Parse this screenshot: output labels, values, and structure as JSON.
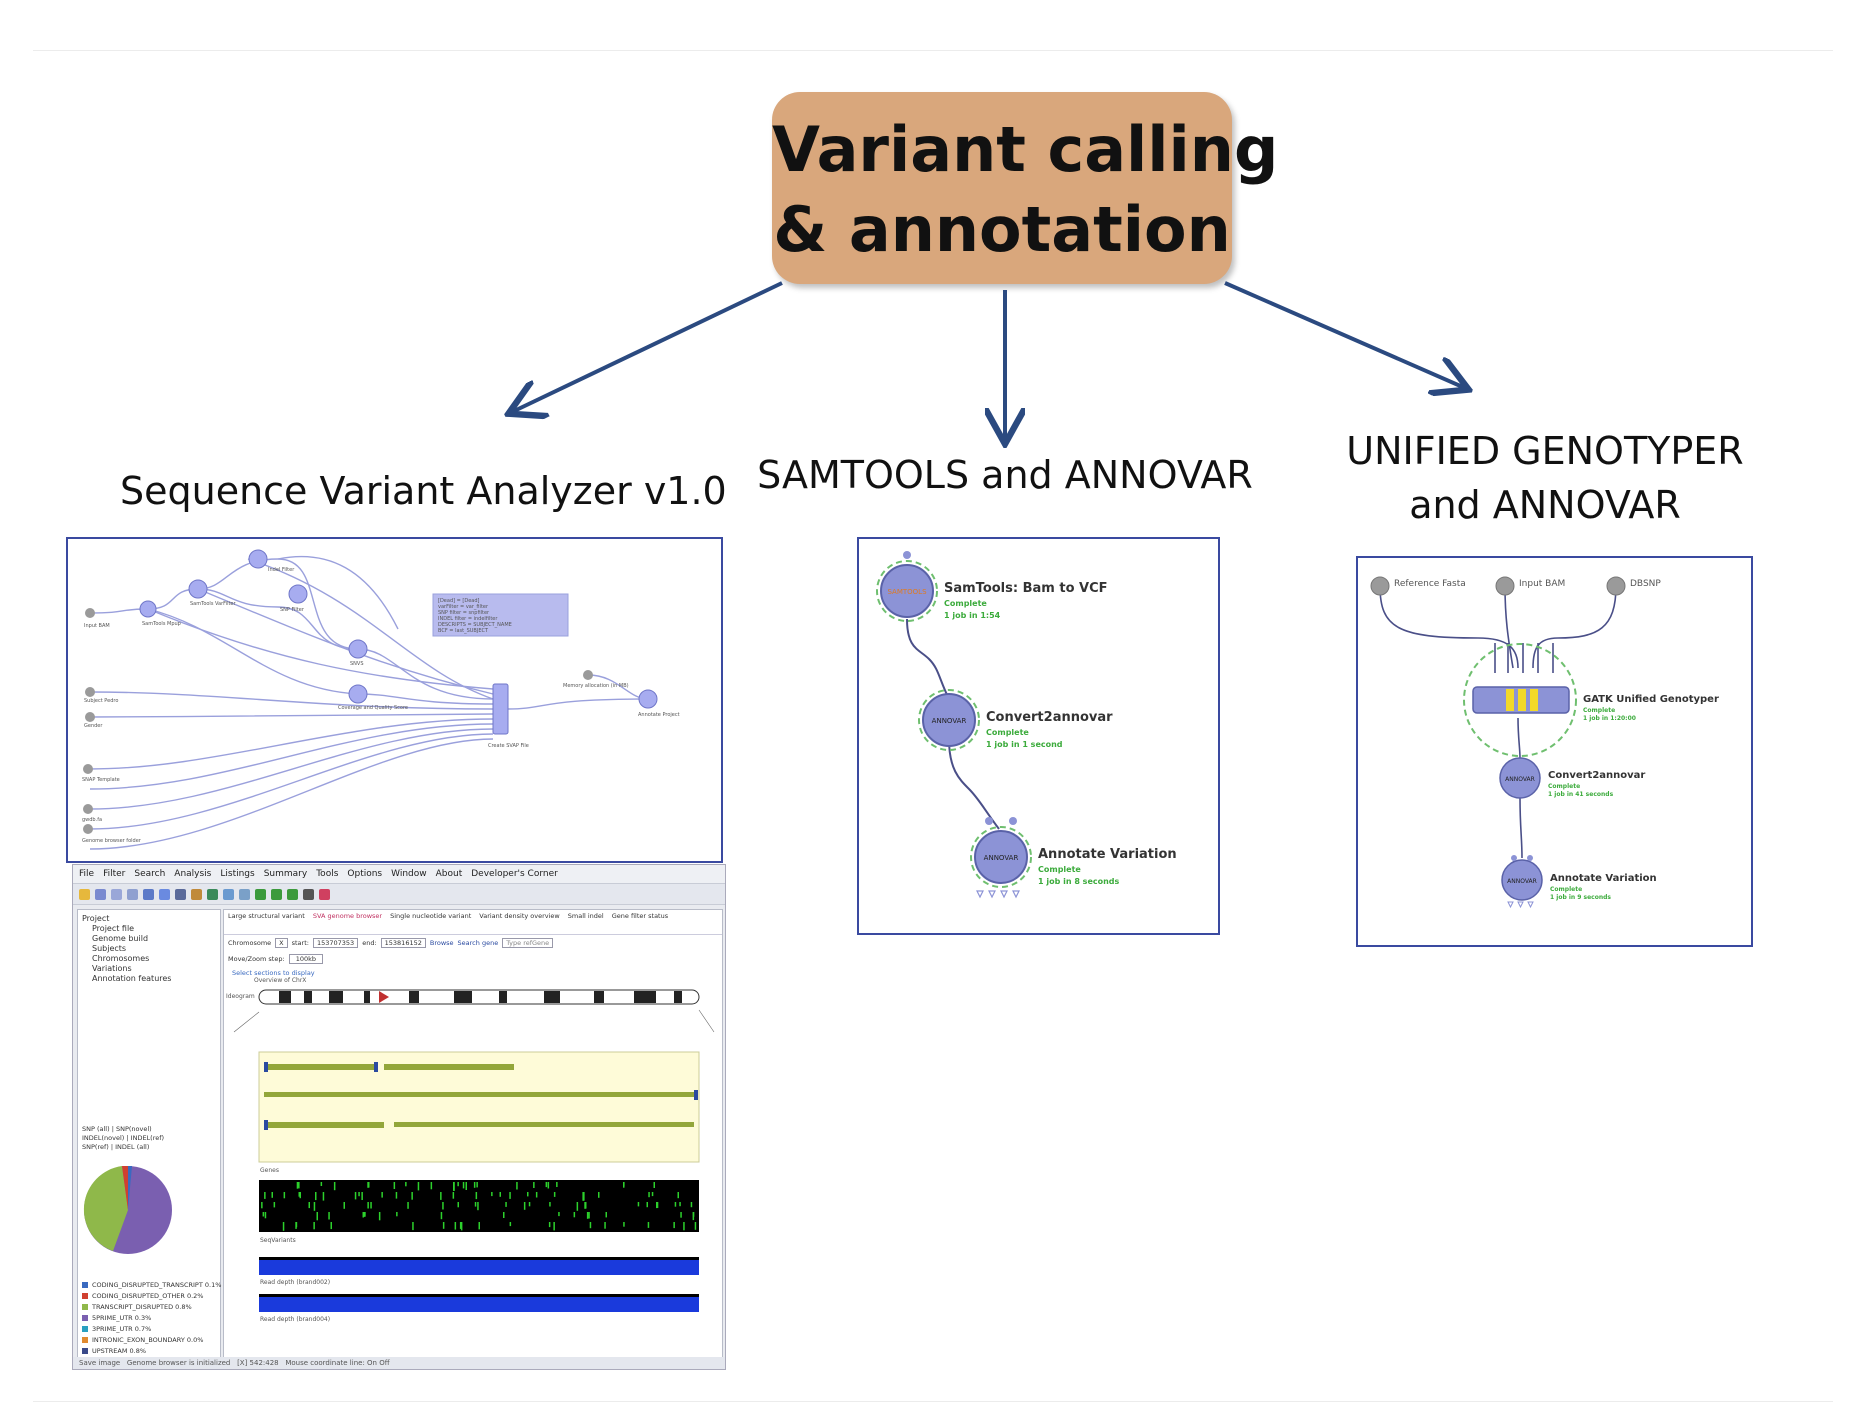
{
  "title": {
    "line1": "Variant calling",
    "line2": "& annotation"
  },
  "columns": {
    "left": "Sequence  Variant Analyzer v1.0",
    "middle": "SAMTOOLS and ANNOVAR",
    "right_line1": "UNIFIED GENOTYPER",
    "right_line2": "and ANNOVAR"
  },
  "middle_panel": {
    "nodes": [
      {
        "label": "SamTools: Bam to VCF",
        "status": "Complete",
        "detail": "1 job in 1:54",
        "icon": "SAMTOOLS"
      },
      {
        "label": "Convert2annovar",
        "status": "Complete",
        "detail": "1 job in 1 second",
        "icon": "ANNOVAR"
      },
      {
        "label": "Annotate Variation",
        "status": "Complete",
        "detail": "1 job in 8 seconds",
        "icon": "ANNOVAR"
      }
    ]
  },
  "right_panel": {
    "inputs": [
      "Reference Fasta",
      "Input BAM",
      "DBSNP"
    ],
    "nodes": [
      {
        "label": "GATK Unified Genotyper",
        "status": "Complete",
        "detail": "1 job in 1:20:00"
      },
      {
        "label": "Convert2annovar",
        "status": "Complete",
        "detail": "1 job in 41 seconds",
        "icon": "ANNOVAR"
      },
      {
        "label": "Annotate Variation",
        "status": "Complete",
        "detail": "1 job in 9 seconds",
        "icon": "ANNOVAR"
      }
    ]
  },
  "left_panel": {
    "pipeline_nodes": [
      "Input BAM",
      "SamTools Mpup",
      "SamTools VarFilter",
      "Indel Filter",
      "SNP Filter",
      "SNVS",
      "Coverage and Quality Score",
      "Subject Pedro",
      "Gender",
      "SNAP Template",
      "gwdb.fa",
      "Genome browser folder",
      "Create SVAP File",
      "Memory allocation (in MB)",
      "Annotate Project"
    ],
    "info_box": [
      "[Dead]   =  [Dead]",
      "varFilter  =  var_filter",
      "SNP filter  =  snpfilter",
      "INDEL filter  =  indelfilter",
      "DESCRIPTS  =  SUBJECT_NAME",
      "BCF  =  last_SUBJECT"
    ],
    "app": {
      "menu": [
        "File",
        "Filter",
        "Search",
        "Analysis",
        "Listings",
        "Summary",
        "Tools",
        "Options",
        "Window",
        "About",
        "Developer's Corner"
      ],
      "tree": [
        "Project",
        "Project file",
        "Genome build",
        "Subjects",
        "Chromosomes",
        "Variations",
        "Annotation features"
      ],
      "tabs": [
        "Large structural variant",
        "SVA genome browser",
        "Single nucleotide variant",
        "Variant density overview",
        "Small indel",
        "Gene filter status"
      ],
      "chromosome_label": "Chromosome",
      "chromosome_value": "X",
      "start_label": "start:",
      "start_value": "153707353",
      "end_label": "end:",
      "end_value": "153816152",
      "browse_label": "Browse",
      "search_gene_label": "Search gene",
      "search_placeholder": "Type refGene",
      "zoom_label": "Move/Zoom step:",
      "zoom_value": "100kb",
      "select_sections": "Select sections to display",
      "overview": "Overview of ChrX",
      "ideogram": "Ideogram",
      "track_genes": "Genes",
      "track_snv": "SeqVariants",
      "track_depth1": "Read depth (brand002)",
      "track_depth2": "Read depth (brand004)",
      "pie_legend": [
        "CODING_DISRUPTED_TRANSCRIPT 0.1%",
        "CODING_DISRUPTED_OTHER 0.2%",
        "TRANSCRIPT_DISRUPTED 0.8%",
        "5PRIME_UTR 0.3%",
        "3PRIME_UTR 0.7%",
        "INTRONIC_EXON_BOUNDARY 0.0%",
        "UPSTREAM 0.8%"
      ],
      "pie_tabs": [
        "SNP (all)",
        "SNP(novel)",
        "INDEL(novel)",
        "INDEL(ref)",
        "SNP(ref)",
        "INDEL (all)"
      ],
      "status": "Genome browser is initialized",
      "coords": "[X] 542:428",
      "mouse_line": "Mouse coordinate line:",
      "on": "On",
      "off": "Off",
      "save_image": "Save image"
    }
  },
  "colors": {
    "title_box": "#d9a77c",
    "arrow": "#2b4a80",
    "panel_border": "#3a4aa0",
    "node": "#8c93d6",
    "status_green": "#3cab3c",
    "dashed_ring": "#6fbf6f"
  }
}
